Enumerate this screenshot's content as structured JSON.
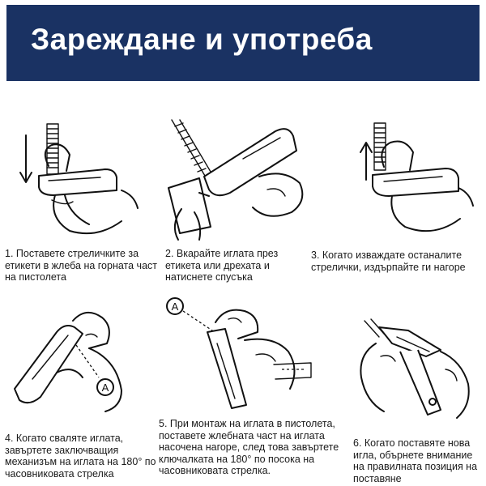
{
  "header": {
    "title": "Зареждане и употреба",
    "background": "#1a3263",
    "text_color": "#ffffff"
  },
  "steps": [
    {
      "caption": "1. Поставете стреличките за етикети в жлеба на горната част на пистолета",
      "icon": "tag-gun-loading-illustration"
    },
    {
      "caption": "2. Вкарайте иглата през етикета или дрехата и натиснете спусъка",
      "icon": "tag-gun-insert-needle-illustration"
    },
    {
      "caption": "3. Когато изваждате останалите стрелички, издърпайте ги нагоре",
      "icon": "tag-gun-remove-fasteners-illustration"
    },
    {
      "caption": "4. Когато сваляте иглата, завъртете заключващия механизъм на иглата на 180° по часовниковата стрелка",
      "icon": "needle-lock-rotate-illustration",
      "marker": "A"
    },
    {
      "caption": "5. При монтаж на иглата в пистолета, поставете жлебната част на иглата насочена нагоре, след това завъртете ключалката на 180° по посока на часовниковата стрелка.",
      "icon": "needle-mount-illustration",
      "marker": "A"
    },
    {
      "caption": "6. Когато поставяте нова игла, обърнете внимание на правилната позиция на поставяне",
      "icon": "new-needle-insert-illustration"
    }
  ]
}
